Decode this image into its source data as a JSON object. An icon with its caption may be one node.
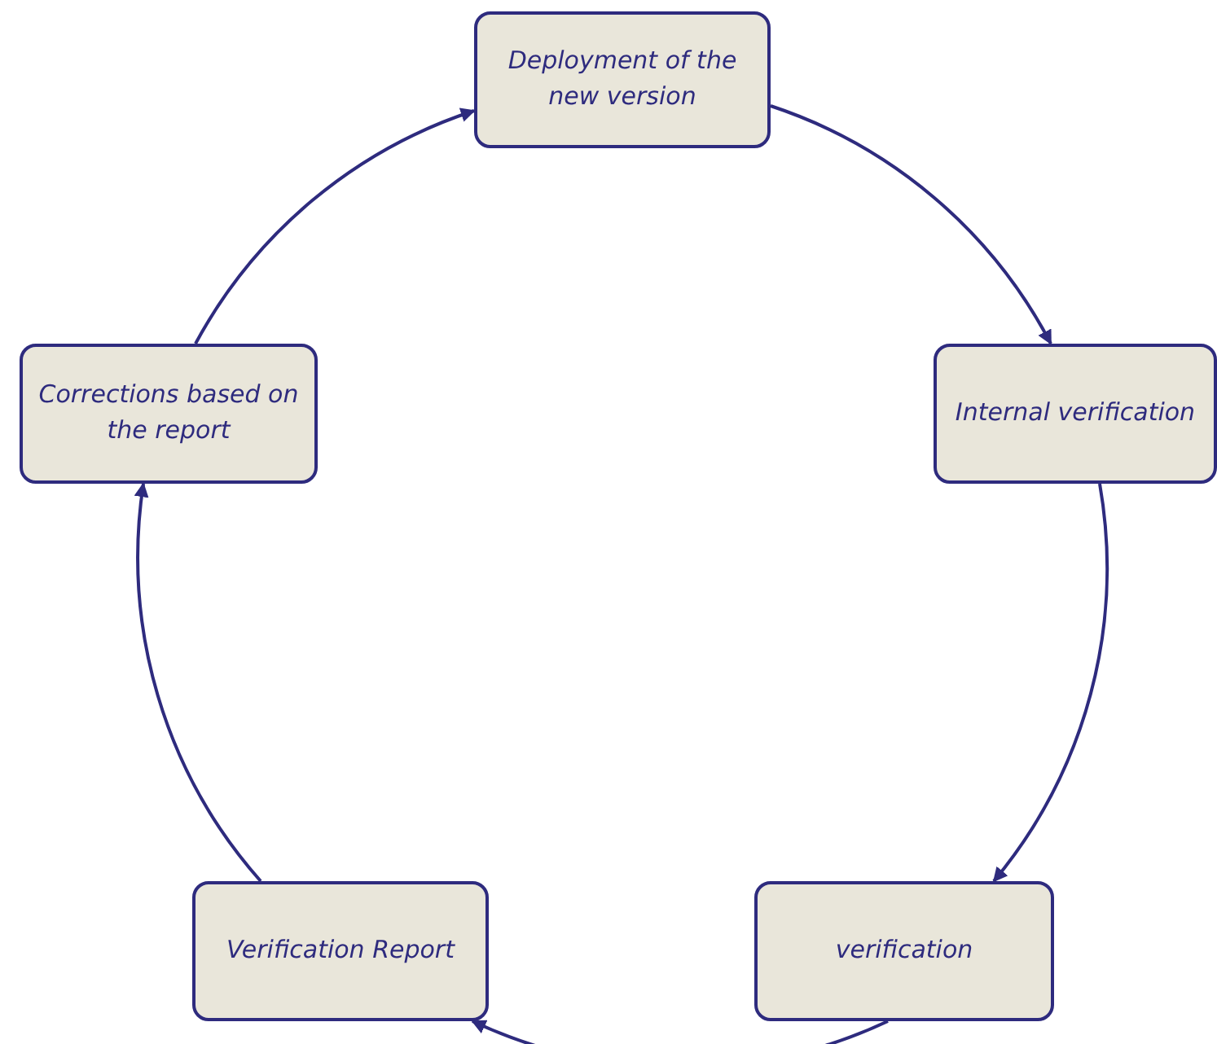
{
  "diagram": {
    "nodes": [
      {
        "text": [
          "Deployment of the new version"
        ]
      },
      {
        "text": [
          "Internal verification"
        ]
      },
      {
        "text": [
          "verification"
        ]
      },
      {
        "text": [
          "Verification Report"
        ]
      },
      {
        "text": [
          "Corrections based on the report"
        ]
      }
    ],
    "edges": [
      {
        "from": 0,
        "to": 1,
        "arrow": "to"
      },
      {
        "from": 1,
        "to": 2,
        "arrow": "to"
      },
      {
        "from": 2,
        "to": 3,
        "arrow": "to"
      },
      {
        "from": 3,
        "to": 4,
        "arrow": "to"
      },
      {
        "from": 4,
        "to": 0,
        "arrow": "to"
      }
    ]
  }
}
